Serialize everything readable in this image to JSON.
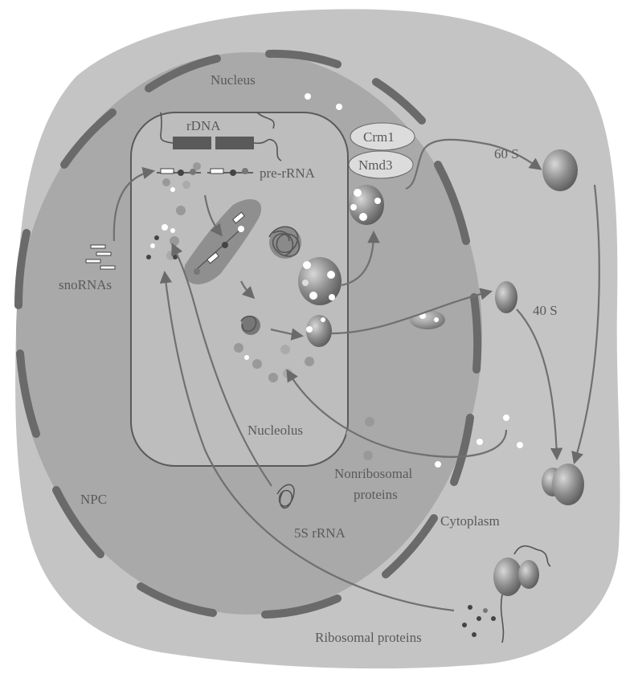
{
  "labels": {
    "nucleus": "Nucleus",
    "rdna": "rDNA",
    "pre_rrna": "pre-rRNA",
    "crm1": "Crm1",
    "nmd3": "Nmd3",
    "sixty_s": "60 S",
    "forty_s": "40 S",
    "snornas": "snoRNAs",
    "nucleolus": "Nucleolus",
    "nonribosomal_line1": "Nonribosomal",
    "nonribosomal_line2": "proteins",
    "npc": "NPC",
    "five_s": "5S rRNA",
    "cytoplasm": "Cytoplasm",
    "ribosomal_proteins": "Ribosomal proteins"
  },
  "colors": {
    "cell": "#c4c4c4",
    "nucleus": "#a9a9a9",
    "nucleolus": "#bdbdbd",
    "npc": "#6a6a6a",
    "ribosome": "#8a8a8a",
    "arrow": "#707070"
  }
}
